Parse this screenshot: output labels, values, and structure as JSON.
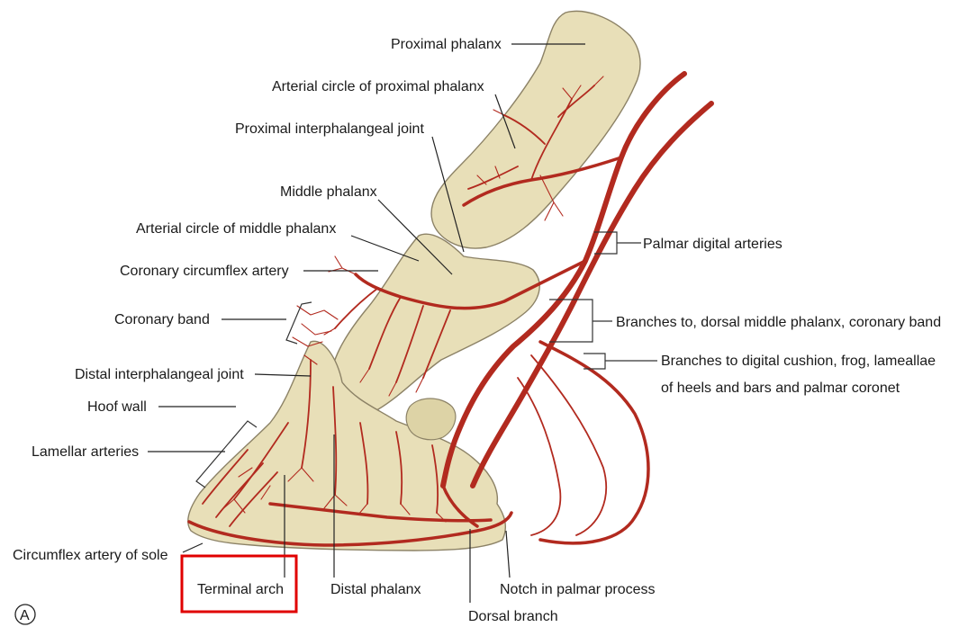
{
  "figure": {
    "panel_letter": "A",
    "highlight_color": "#e00000",
    "artery_color": "#b22a1f",
    "bone_color": "#e8dfb8"
  },
  "labels": {
    "proximal_phalanx": "Proximal phalanx",
    "arterial_circle_proximal": "Arterial circle of proximal phalanx",
    "proximal_interphalangeal_joint": "Proximal interphalangeal joint",
    "middle_phalanx": "Middle phalanx",
    "arterial_circle_middle": "Arterial circle of middle phalanx",
    "coronary_circumflex_artery": "Coronary circumflex artery",
    "coronary_band": "Coronary band",
    "distal_interphalangeal_joint": "Distal interphalangeal joint",
    "hoof_wall": "Hoof wall",
    "lamellar_arteries": "Lamellar arteries",
    "circumflex_artery_of_sole": "Circumflex artery of sole",
    "terminal_arch": "Terminal arch",
    "distal_phalanx": "Distal phalanx",
    "dorsal_branch": "Dorsal branch",
    "notch_in_palmar_process": "Notch in palmar process",
    "palmar_digital_arteries": "Palmar digital arteries",
    "branches_dorsal_middle": "Branches to, dorsal middle phalanx, coronary band",
    "branches_digital_cushion_line1": "Branches to digital cushion, frog, lameallae",
    "branches_digital_cushion_line2": "of heels and bars and palmar coronet"
  }
}
